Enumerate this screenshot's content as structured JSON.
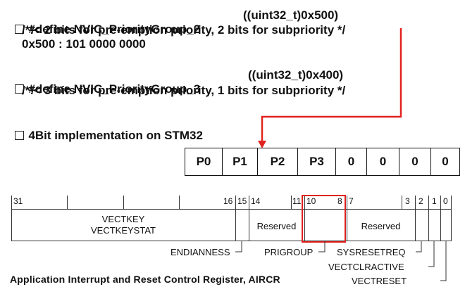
{
  "defines": [
    {
      "macro": "#define NVIC_PriorityGroup_2",
      "value": "((uint32_t)0x500)",
      "comment": "/*!< 2 bits for pre-emption priority, 2 bits for subpriority */",
      "extra": "0x500 : 101 0000 0000"
    },
    {
      "macro": "#define NVIC_PriorityGroup_3",
      "value": "((uint32_t)0x400)",
      "comment": "/*!< 3 bits for pre-emption priority, 1 bits for subpriority */"
    }
  ],
  "note": "4Bit implementation on STM32",
  "priority_cells": [
    "P0",
    "P1",
    "P2",
    "P3",
    "0",
    "0",
    "0",
    "0"
  ],
  "register": {
    "bit_labels": [
      "31",
      "16",
      "15",
      "14",
      "11",
      "10",
      "8",
      "7",
      "3",
      "2",
      "1",
      "0"
    ],
    "fields": {
      "vectkey_line1": "VECTKEY",
      "vectkey_line2": "VECTKEYSTAT",
      "reserved1": "Reserved",
      "reserved2": "Reserved"
    },
    "signals": [
      "ENDIANNESS",
      "PRIGROUP",
      "SYSRESETREQ",
      "VECTCLRACTIVE",
      "VECTRESET"
    ],
    "caption": "Application Interrupt and Reset Control Register, AIRCR"
  },
  "colors": {
    "highlight": "#e0231f",
    "text": "#111111"
  }
}
